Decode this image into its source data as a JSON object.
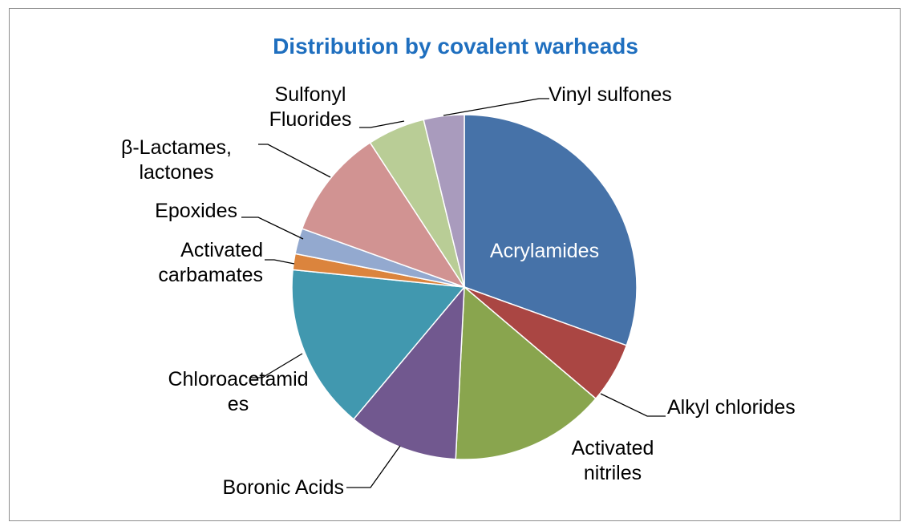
{
  "chart_data": {
    "type": "pie",
    "title": "Distribution by covalent warheads",
    "title_color": "#1f6fbf",
    "start_angle_deg": 0,
    "direction": "clockwise",
    "slices": [
      {
        "label": [
          "Acrylamides"
        ],
        "value": 30.5,
        "color": "#4672a8",
        "label_position": "inside"
      },
      {
        "label": [
          "Alkyl chlorides"
        ],
        "value": 5.7,
        "color": "#aa4643",
        "label_position": "outside"
      },
      {
        "label": [
          "Activated",
          "nitriles"
        ],
        "value": 14.6,
        "color": "#89a54e",
        "label_position": "outside"
      },
      {
        "label": [
          "Boronic Acids"
        ],
        "value": 10.3,
        "color": "#71588f",
        "label_position": "outside"
      },
      {
        "label": [
          "Chloroacetamid",
          "es"
        ],
        "value": 15.5,
        "color": "#4198af",
        "label_position": "outside"
      },
      {
        "label": [
          "Activated",
          "carbamates"
        ],
        "value": 1.5,
        "color": "#db843d",
        "label_position": "outside"
      },
      {
        "label": [
          "Epoxides"
        ],
        "value": 2.4,
        "color": "#93a9cf",
        "label_position": "outside"
      },
      {
        "label": [
          "β-Lactames,",
          "lactones"
        ],
        "value": 10.3,
        "color": "#d19392",
        "label_position": "outside"
      },
      {
        "label": [
          "Sulfonyl",
          "Fluorides"
        ],
        "value": 5.4,
        "color": "#b9cd96",
        "label_position": "outside"
      },
      {
        "label": [
          "Vinyl sulfones"
        ],
        "value": 3.8,
        "color": "#a99bbd",
        "label_position": "outside"
      }
    ]
  }
}
